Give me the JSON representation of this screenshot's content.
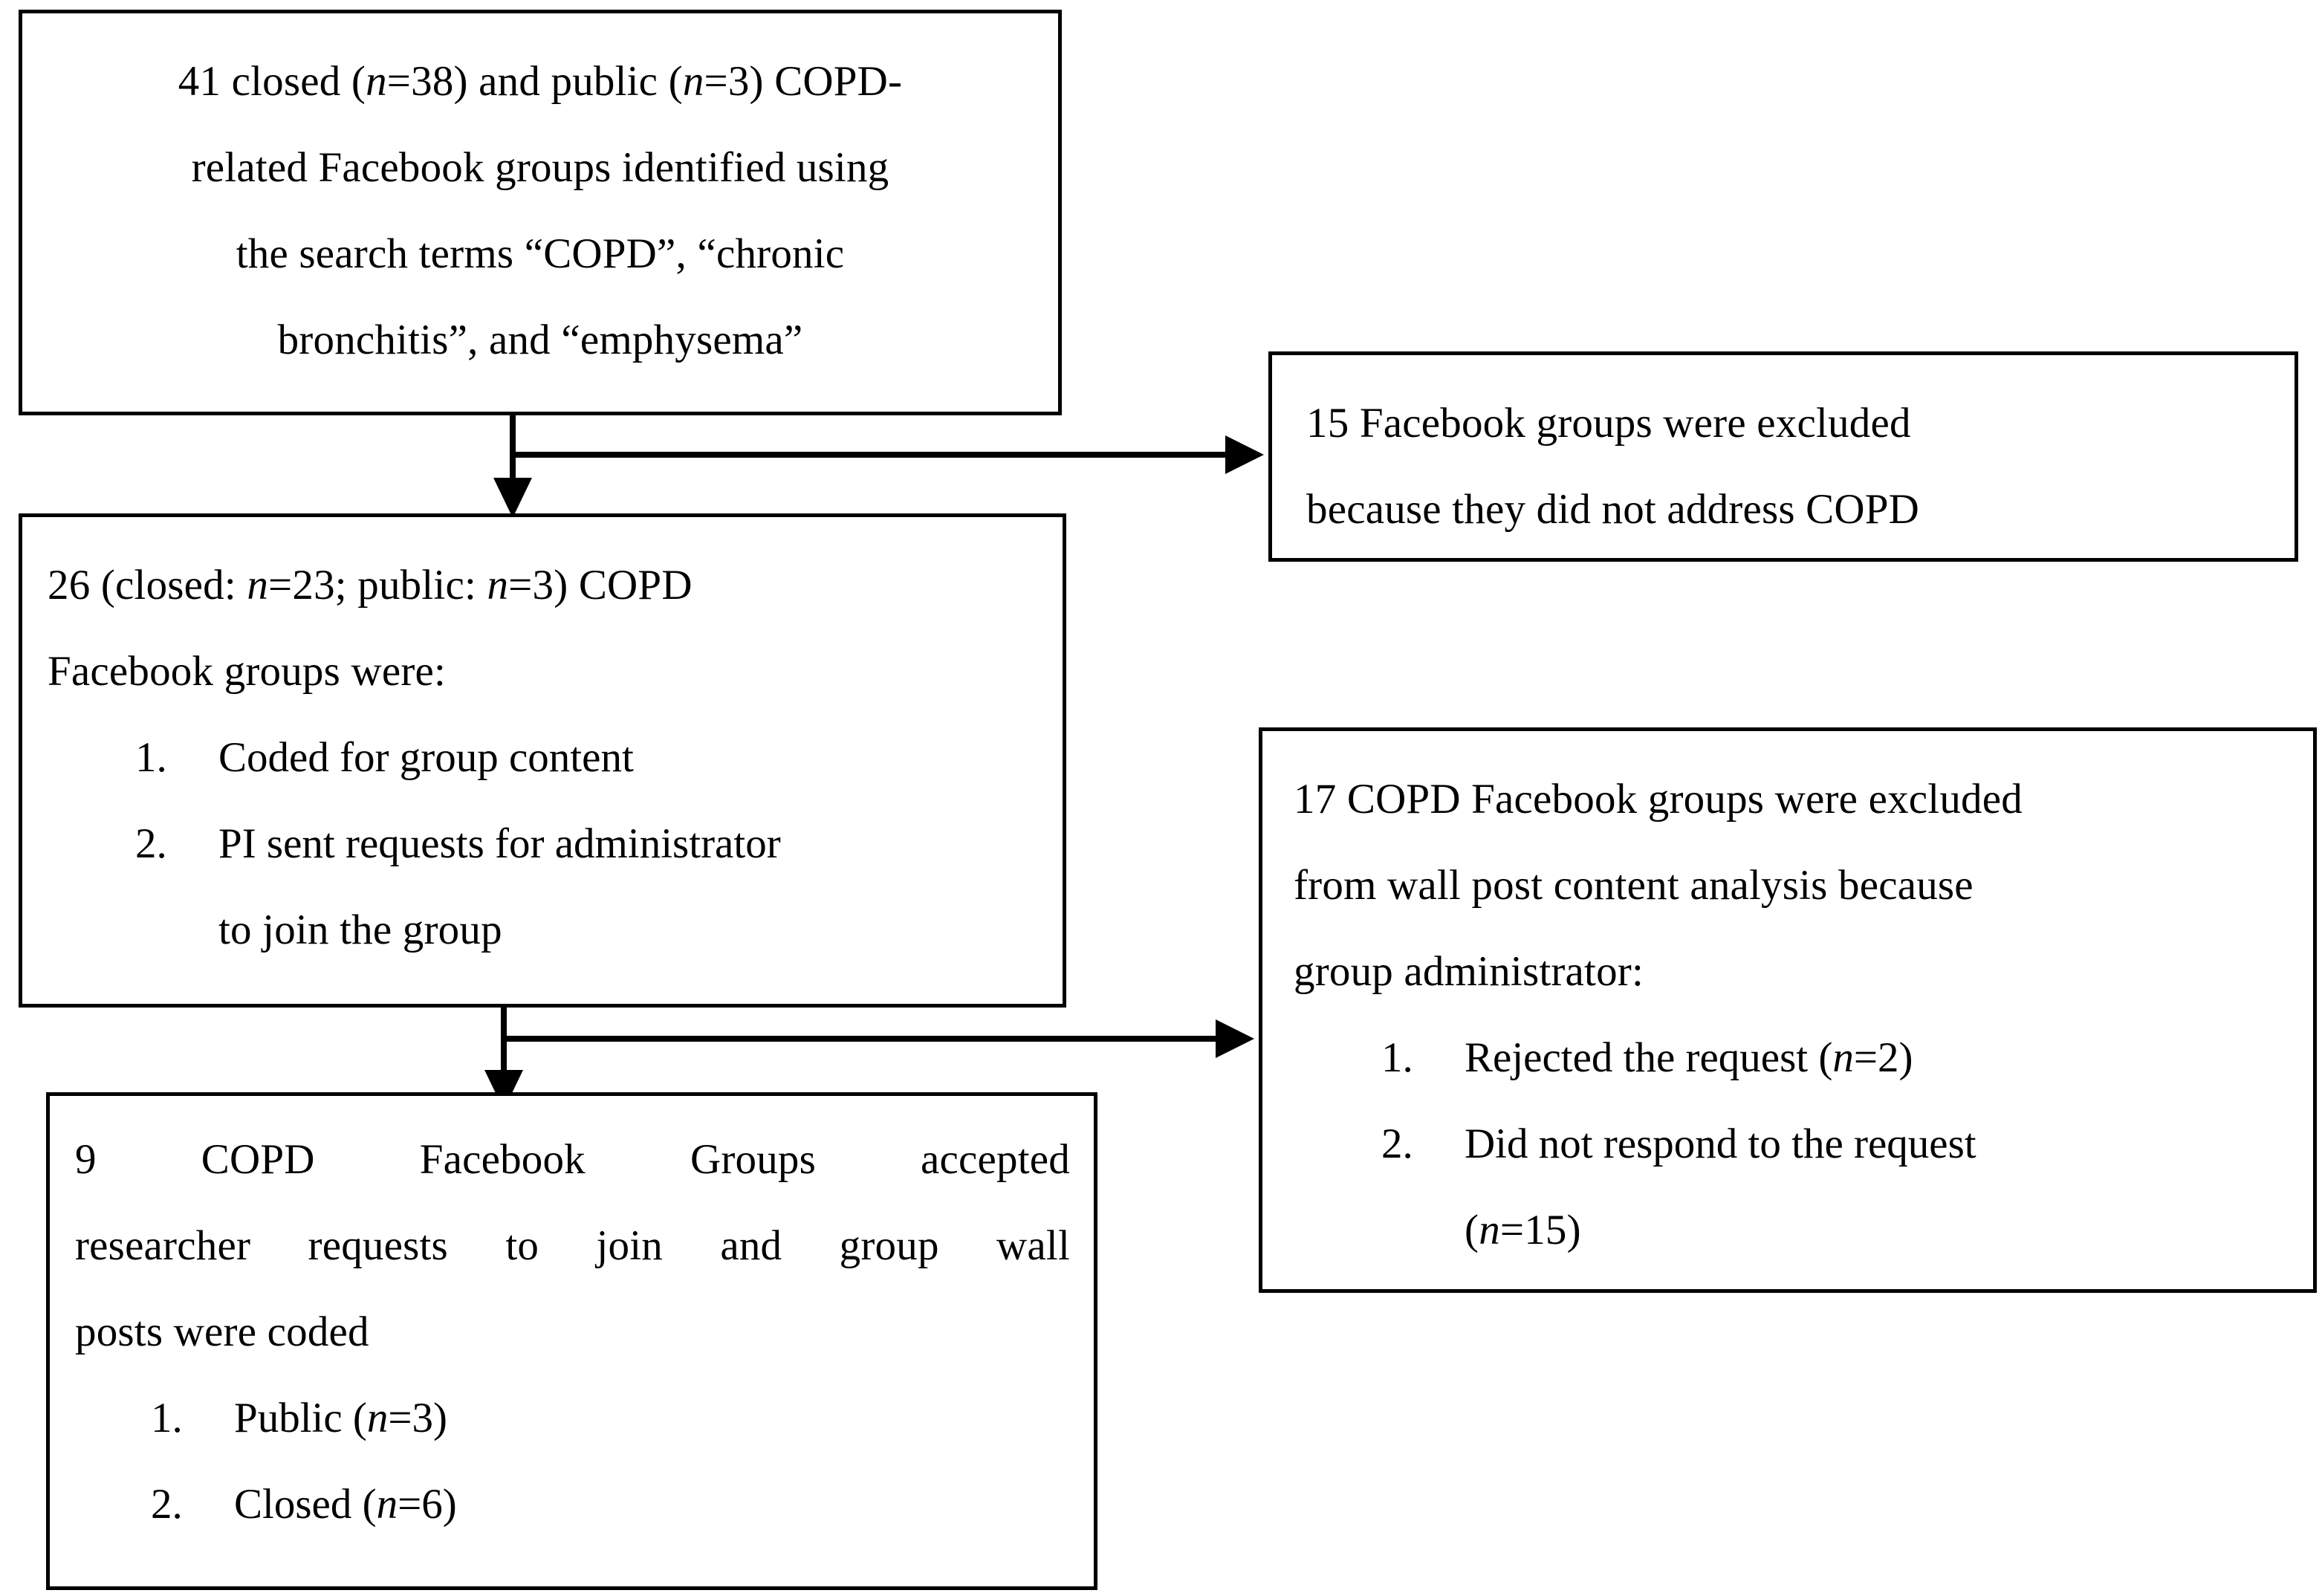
{
  "diagram": {
    "title": "COPD Facebook groups study flow diagram",
    "line_color": "#000000",
    "background": "#ffffff",
    "boxes": {
      "identified": {
        "name": "identified-groups-box",
        "lines": [
          {
            "pre": "41 closed (",
            "ital": "n",
            "mid": "=38) and public (",
            "ital2": "n",
            "post": "=3) COPD-"
          },
          {
            "text": "related Facebook groups identified using"
          },
          {
            "text": "the search terms “COPD”, “chronic"
          },
          {
            "text": "bronchitis”, and “emphysema”"
          }
        ],
        "l1_a": "41 closed (",
        "l1_n1": "n",
        "l1_b": "=38) and public (",
        "l1_n2": "n",
        "l1_c": "=3) COPD-",
        "l2": "related Facebook groups identified using",
        "l3": "the search terms “COPD”, “chronic",
        "l4": "bronchitis”, and “emphysema”"
      },
      "excluded_not_copd": {
        "name": "excluded-not-copd-box",
        "l1": "15 Facebook groups were excluded",
        "l2": "because they did not address COPD"
      },
      "coded_groups": {
        "name": "coded-groups-box",
        "l1_a": "26 (closed: ",
        "l1_n1": "n",
        "l1_b": "=23; public: ",
        "l1_n2": "n",
        "l1_c": "=3) COPD",
        "l2": "Facebook groups were:",
        "items": [
          {
            "num": "1.",
            "text": "Coded for group content"
          },
          {
            "num": "2.",
            "text": "PI sent requests for administrator",
            "cont": "to join the group"
          }
        ]
      },
      "excluded_admin": {
        "name": "excluded-admin-box",
        "l1": "17 COPD Facebook groups were excluded",
        "l2": "from wall post content analysis because",
        "l3": "group administrator:",
        "items": [
          {
            "num": "1.",
            "pre": "Rejected the request (",
            "ital": "n",
            "post": "=2)"
          },
          {
            "num": "2.",
            "pre": "Did not respond to the request",
            "cont_pre": "(",
            "cont_ital": "n",
            "cont_post": "=15)"
          }
        ]
      },
      "accepted_groups": {
        "name": "accepted-groups-box",
        "l1": "9 COPD Facebook Groups accepted",
        "l2": "researcher requests to join and group wall",
        "l3": "posts were coded",
        "items": [
          {
            "num": "1.",
            "pre": "Public (",
            "ital": "n",
            "post": "=3)"
          },
          {
            "num": "2.",
            "pre": "Closed (",
            "ital": "n",
            "post": "=6)"
          }
        ]
      }
    }
  }
}
